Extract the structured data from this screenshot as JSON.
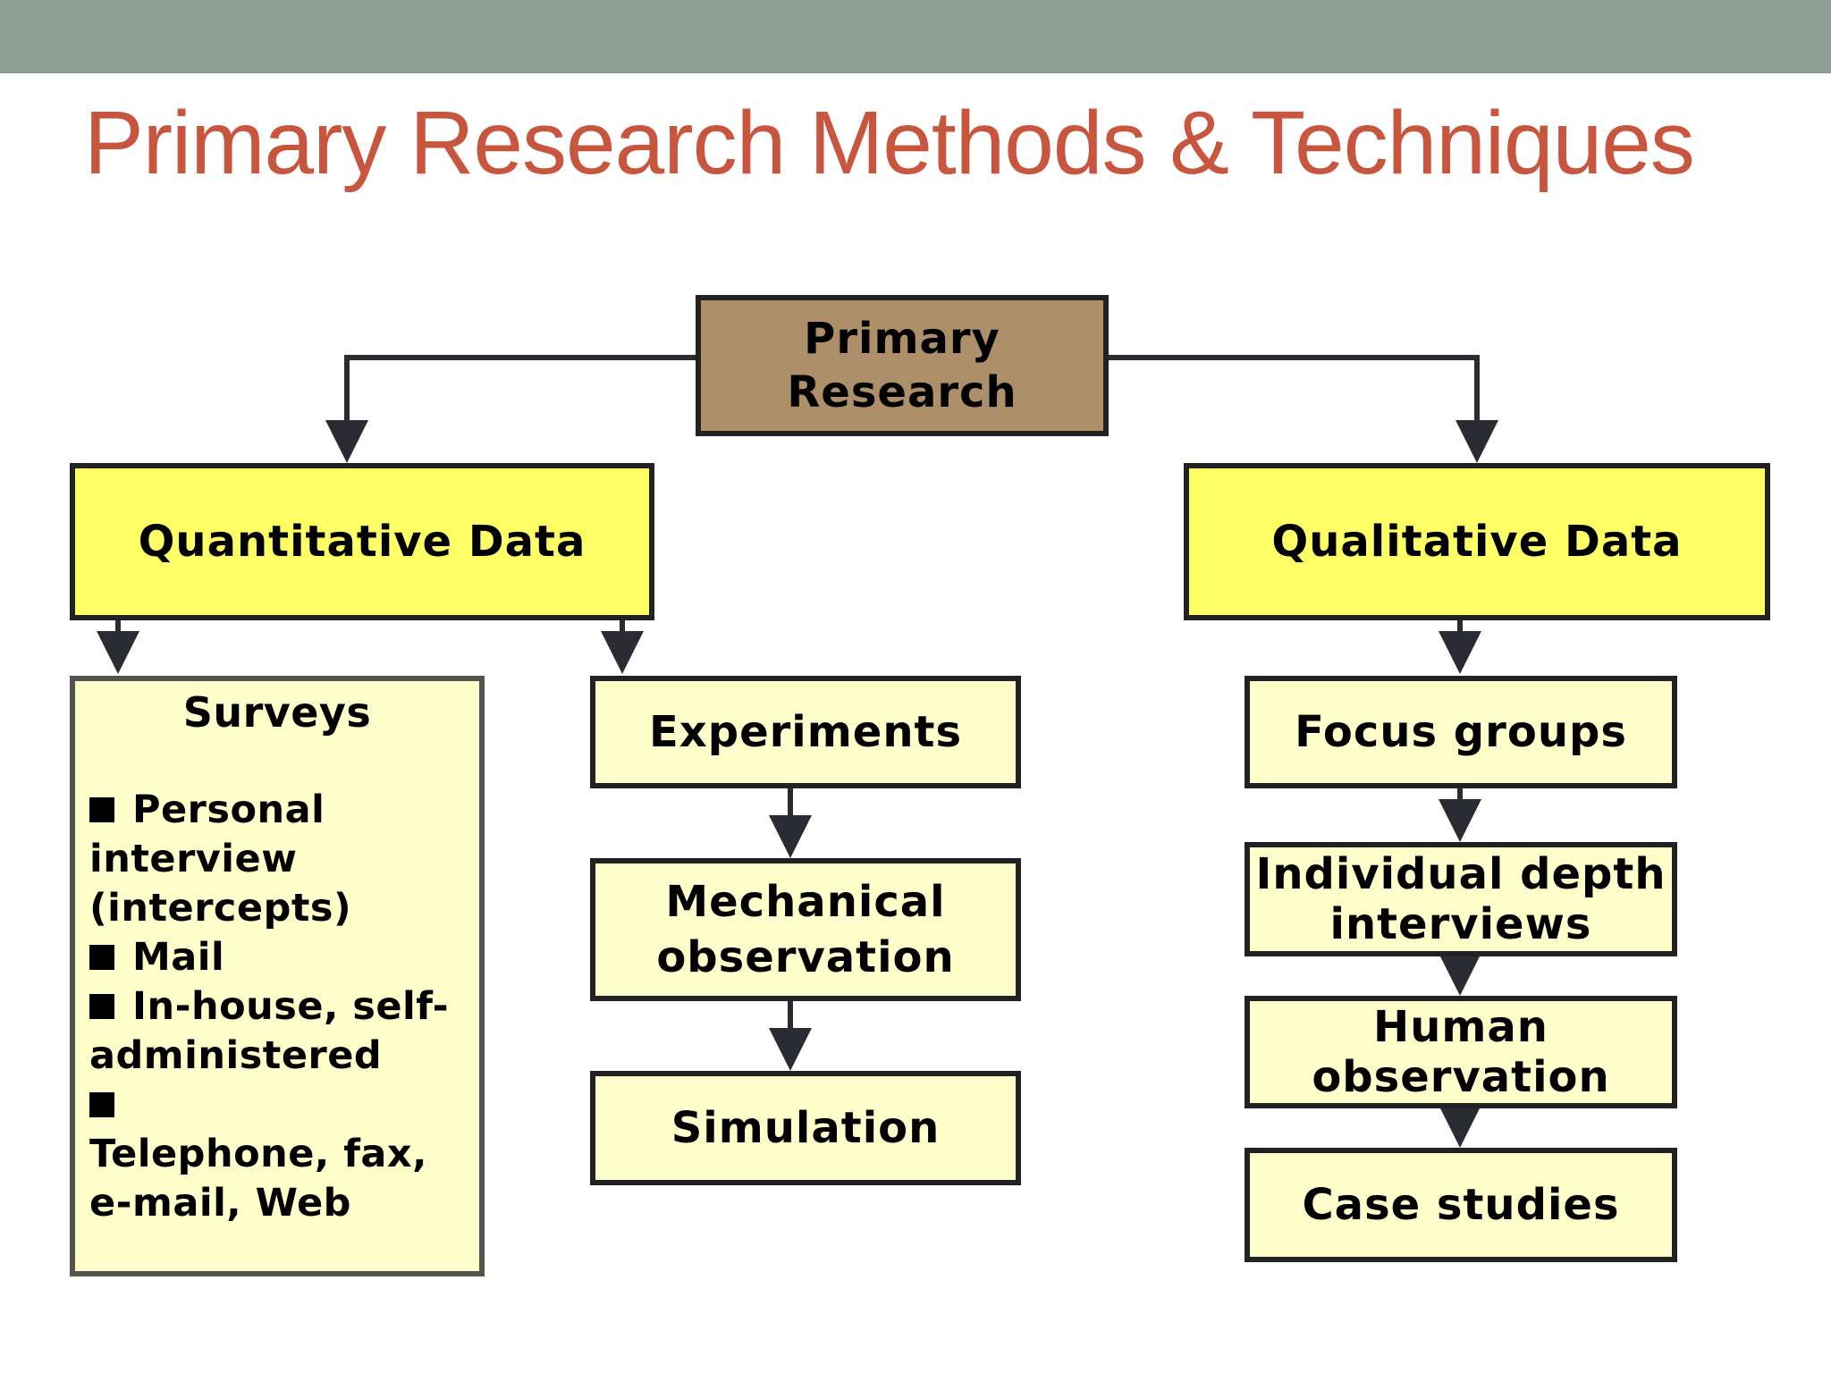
{
  "slide": {
    "title": "Primary Research Methods & Techniques"
  },
  "diagram": {
    "root": "Primary\nResearch",
    "quantitative": {
      "label": "Quantitative Data",
      "surveys": {
        "title": "Surveys",
        "lines": [
          "Personal",
          "interview",
          "(intercepts)",
          "Mail",
          "In-house, self-",
          "administered",
          "",
          "Telephone, fax,",
          "e-mail, Web"
        ]
      },
      "experiments": "Experiments",
      "mechanical_observation": "Mechanical\nobservation",
      "simulation": "Simulation"
    },
    "qualitative": {
      "label": "Qualitative Data",
      "focus_groups": "Focus groups",
      "individual_depth_interviews": "Individual depth\ninterviews",
      "human_observation": "Human\nobservation",
      "case_studies": "Case studies"
    }
  },
  "colors": {
    "title": "#c8553d",
    "top_band": "#8f9f96",
    "root_fill": "#ad8f6a",
    "category_fill": "#ffff66",
    "item_fill": "#ffffcc",
    "border": "#222222"
  }
}
